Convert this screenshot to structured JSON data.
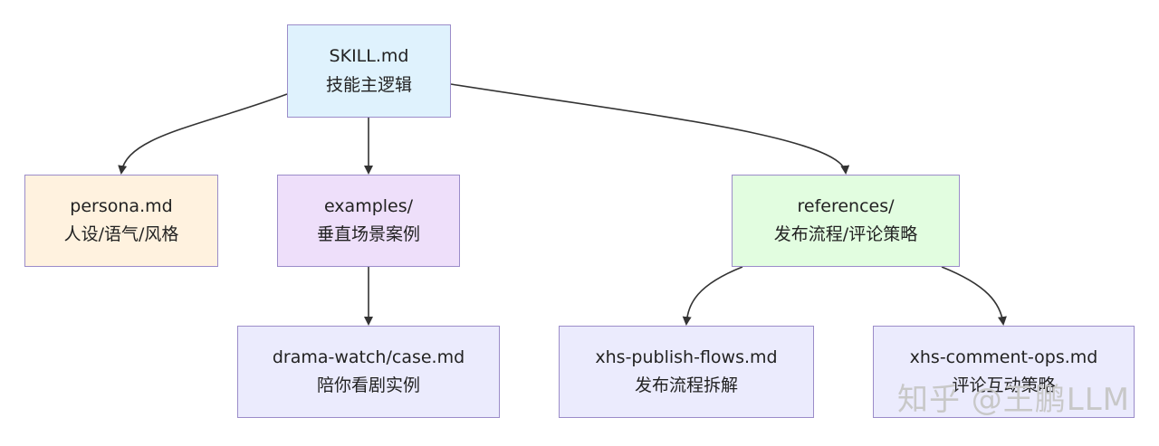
{
  "nodes": {
    "skill": {
      "title": "SKILL.md",
      "subtitle": "技能主逻辑",
      "fill": "#dff2fd"
    },
    "persona": {
      "title": "persona.md",
      "subtitle": "人设/语气/风格",
      "fill": "#fff2df"
    },
    "examples": {
      "title": "examples/",
      "subtitle": "垂直场景案例",
      "fill": "#eedffa"
    },
    "references": {
      "title": "references/",
      "subtitle": "发布流程/评论策略",
      "fill": "#e2fde0"
    },
    "drama": {
      "title": "drama-watch/case.md",
      "subtitle": "陪你看剧实例",
      "fill": "#ebebfd"
    },
    "publish": {
      "title": "xhs-publish-flows.md",
      "subtitle": "发布流程拆解",
      "fill": "#ebebfd"
    },
    "comment": {
      "title": "xhs-comment-ops.md",
      "subtitle": "评论互动策略",
      "fill": "#ebebfd"
    }
  },
  "edges": [
    {
      "from": "skill",
      "to": "persona"
    },
    {
      "from": "skill",
      "to": "examples"
    },
    {
      "from": "skill",
      "to": "references"
    },
    {
      "from": "examples",
      "to": "drama"
    },
    {
      "from": "references",
      "to": "publish"
    },
    {
      "from": "references",
      "to": "comment"
    }
  ],
  "colors": {
    "border": "#9b8cc9",
    "edge": "#333333"
  },
  "watermark": "知乎 @王鹏LLM"
}
